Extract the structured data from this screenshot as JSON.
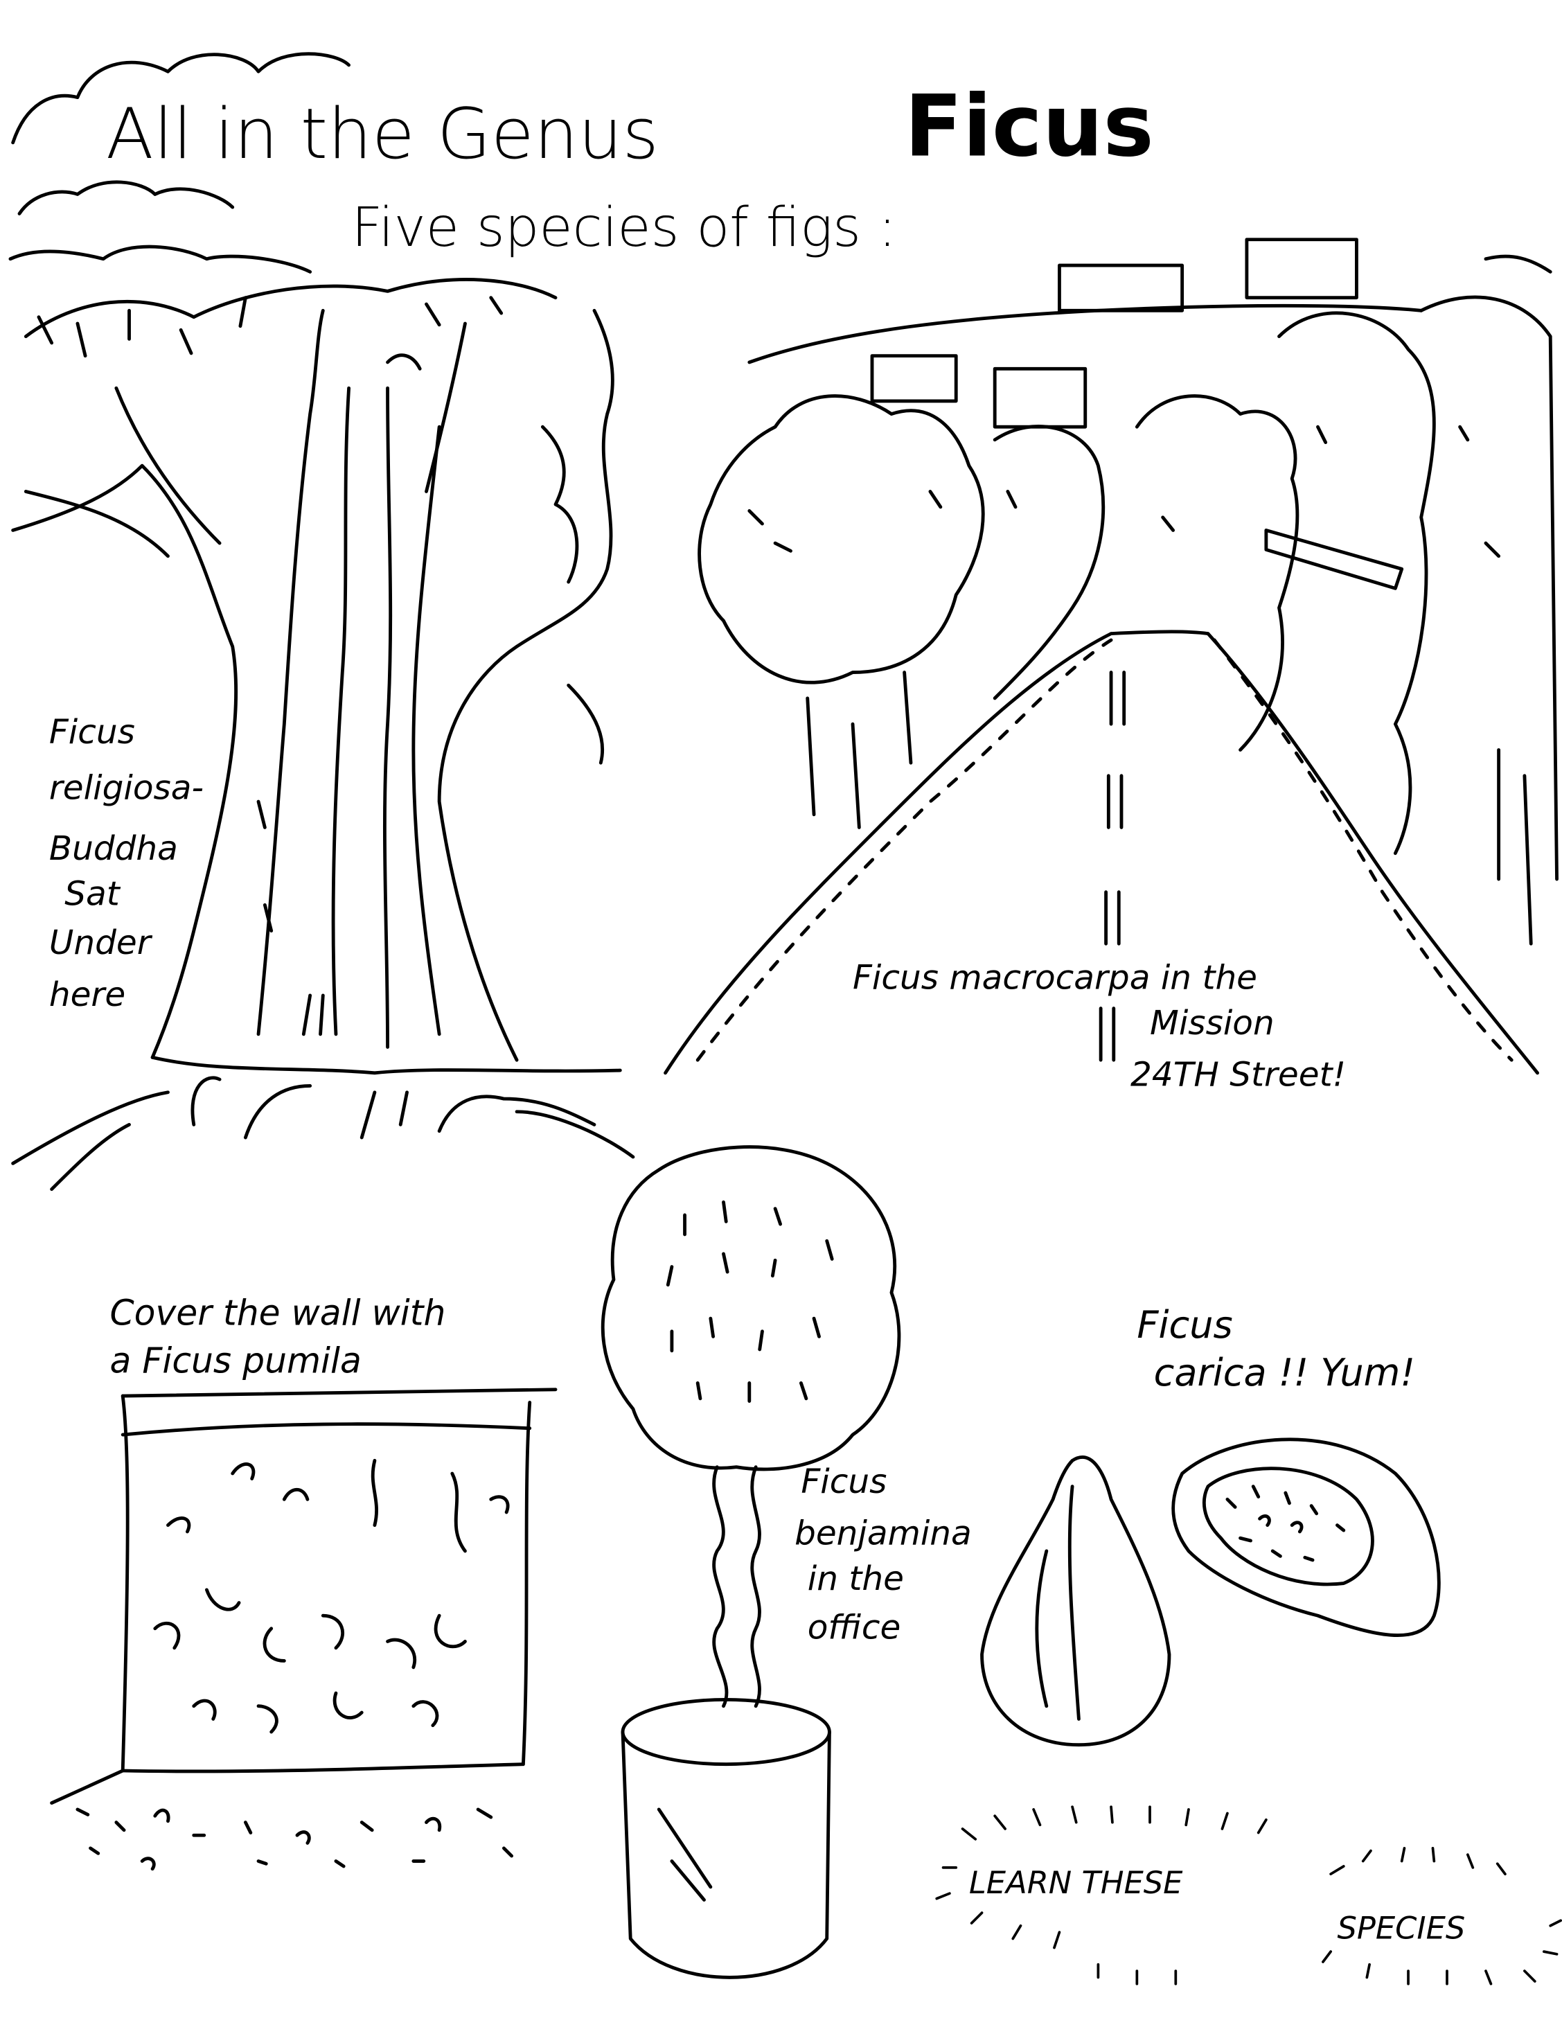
{
  "header": {
    "title_prefix": "All in the Genus",
    "title_genus": "Ficus",
    "subtitle": "Five species of figs :"
  },
  "species": {
    "religiosa": [
      "Ficus",
      "religiosa-",
      "Buddha",
      "Sat",
      "Under",
      "here"
    ],
    "macrocarpa": [
      "Ficus macrocarpa in the",
      "Mission",
      "24TH Street!"
    ],
    "pumila": [
      "Cover the wall with",
      "a  Ficus  pumila"
    ],
    "benjamina": [
      "Ficus",
      "benjamina",
      "in the",
      "office"
    ],
    "carica": [
      "Ficus",
      "carica !! Yum!"
    ]
  },
  "footer": {
    "learn": "LEARN THESE",
    "species": "SPECIES"
  },
  "colors": {
    "ink": "#000000",
    "paper": "#ffffff"
  }
}
